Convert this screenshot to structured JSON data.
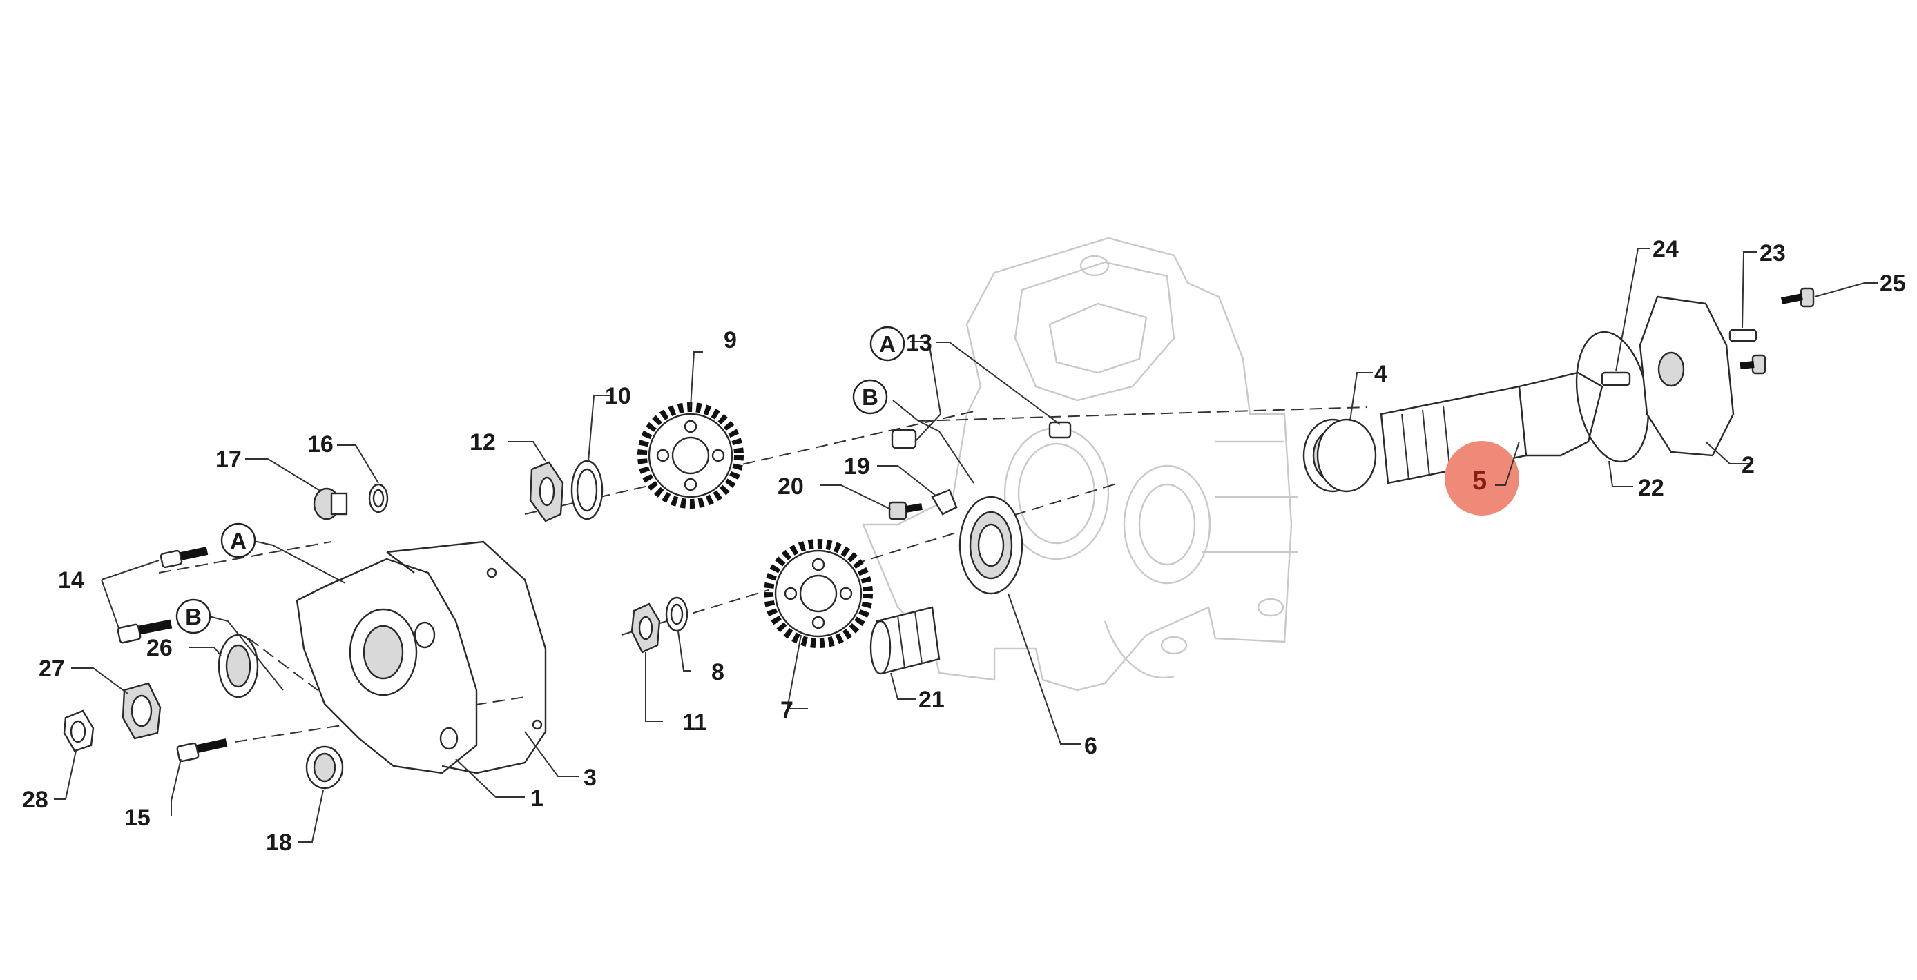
{
  "diagram": {
    "part_numbers": [
      "1",
      "2",
      "3",
      "4",
      "5",
      "6",
      "7",
      "8",
      "9",
      "10",
      "11",
      "12",
      "13",
      "14",
      "15",
      "16",
      "17",
      "18",
      "19",
      "20",
      "21",
      "22",
      "23",
      "24",
      "25",
      "26",
      "27",
      "28"
    ],
    "reference_letters": [
      "A",
      "B"
    ],
    "highlighted_part": "5",
    "colors": {
      "highlight_fill": "#f08a78",
      "highlight_text": "#8a1e12",
      "line": "#2a2a2a",
      "ghost_housing": "#c9c9c9",
      "label": "#1a1a1a"
    }
  }
}
